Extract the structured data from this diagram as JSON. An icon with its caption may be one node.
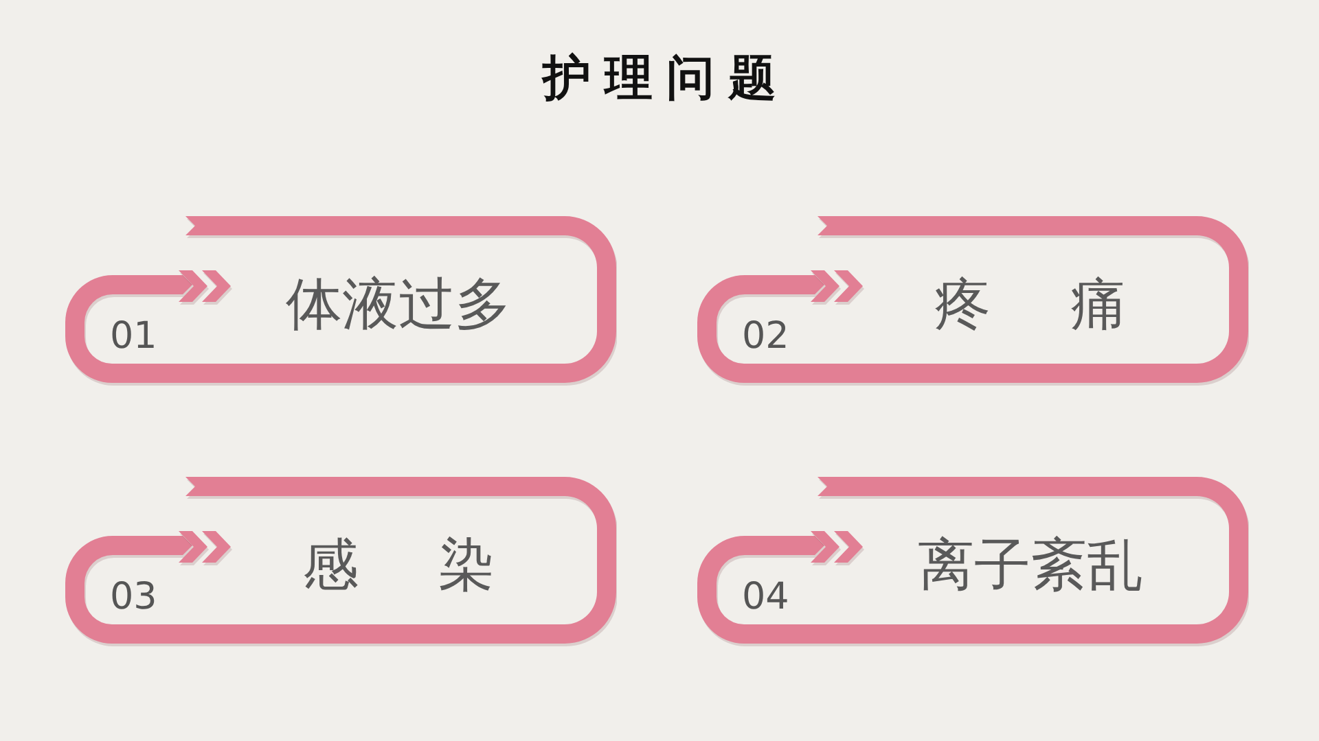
{
  "diagram": {
    "title": "护理问题",
    "nodes": [
      {
        "text": [
          "01",
          "体液过多"
        ]
      },
      {
        "text": [
          "02",
          "疼 痛"
        ]
      },
      {
        "text": [
          "03",
          "感 染"
        ]
      },
      {
        "text": [
          "04",
          "离子紊乱"
        ]
      }
    ]
  }
}
